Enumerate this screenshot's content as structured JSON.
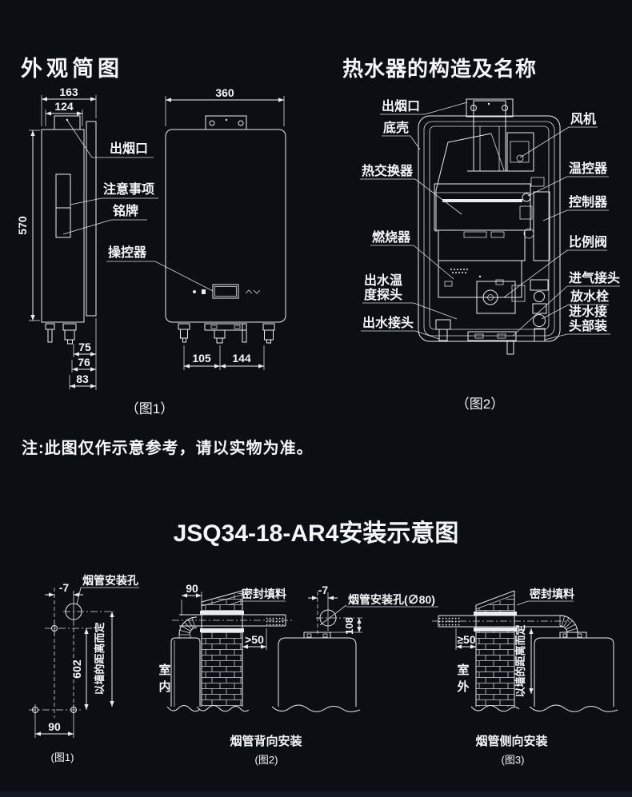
{
  "page": {
    "bg": "#0b0e13",
    "line_color": "#e9edf2",
    "text_color": "#f4f6f9"
  },
  "appearance": {
    "title": "外观简图",
    "caption": "（图1）",
    "note": "注:此图仅作示意参考，请以实物为准。",
    "label_flue": "出烟口",
    "label_notice": "注意事项",
    "label_nameplate": "铭牌",
    "label_control": "操控器",
    "dim_163": "163",
    "dim_124": "124",
    "dim_570": "570",
    "dim_75": "75",
    "dim_76": "76",
    "dim_83": "83",
    "dim_360": "360",
    "dim_105": "105",
    "dim_144": "144"
  },
  "structure": {
    "title": "热水器的构造及名称",
    "caption": "（图2）",
    "label_flue": "出烟口",
    "label_case": "底壳",
    "label_heat_exchanger": "热交换器",
    "label_burner": "燃烧器",
    "label_outlet_sensor_1": "出水温",
    "label_outlet_sensor_2": "度探头",
    "label_water_outlet": "出水接头",
    "label_fan": "风机",
    "label_thermostat": "温控器",
    "label_controller": "控制器",
    "label_prop_valve": "比例阀",
    "label_gas_inlet": "进气接头",
    "label_drain_plug": "放水栓",
    "label_water_inlet_1": "进水接",
    "label_water_inlet_2": "头部装"
  },
  "install": {
    "title": "JSQ34-18-AR4安装示意图",
    "fig1": {
      "caption": "(图1)",
      "label_hole": "烟管安装孔",
      "label_wall": "以墙的距离而定",
      "dim_m7": "-7",
      "dim_602": "602",
      "dim_90": "90"
    },
    "fig2": {
      "caption": "(图2)",
      "name": "烟管背向安装",
      "label_seal": "密封填料",
      "label_hole": "烟管安装孔(∅80)",
      "label_indoor": "室内",
      "dim_90": "90",
      "dim_gt50": ">50",
      "dim_m7": "-7",
      "dim_108": "108"
    },
    "fig3": {
      "caption": "(图3)",
      "name": "烟管侧向安装",
      "label_seal": "密封填料",
      "label_wall": "以墙的距离而定",
      "label_outdoor": "室外",
      "dim_ge50": "≥50"
    }
  }
}
